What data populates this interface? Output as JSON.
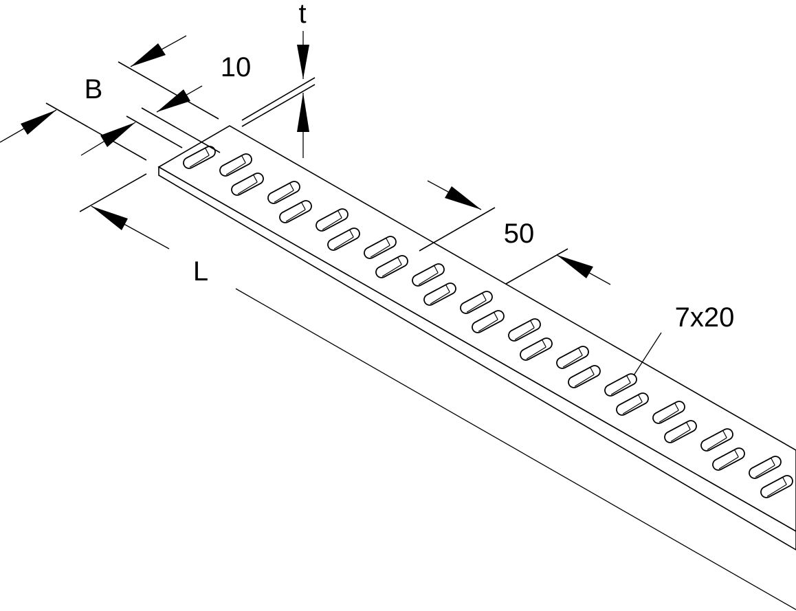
{
  "labels": {
    "width": "B",
    "edge_offset": "10",
    "thickness": "t",
    "length": "L",
    "pitch": "50",
    "slot_size": "7x20"
  },
  "colors": {
    "line": "#000000",
    "background": "#ffffff"
  }
}
